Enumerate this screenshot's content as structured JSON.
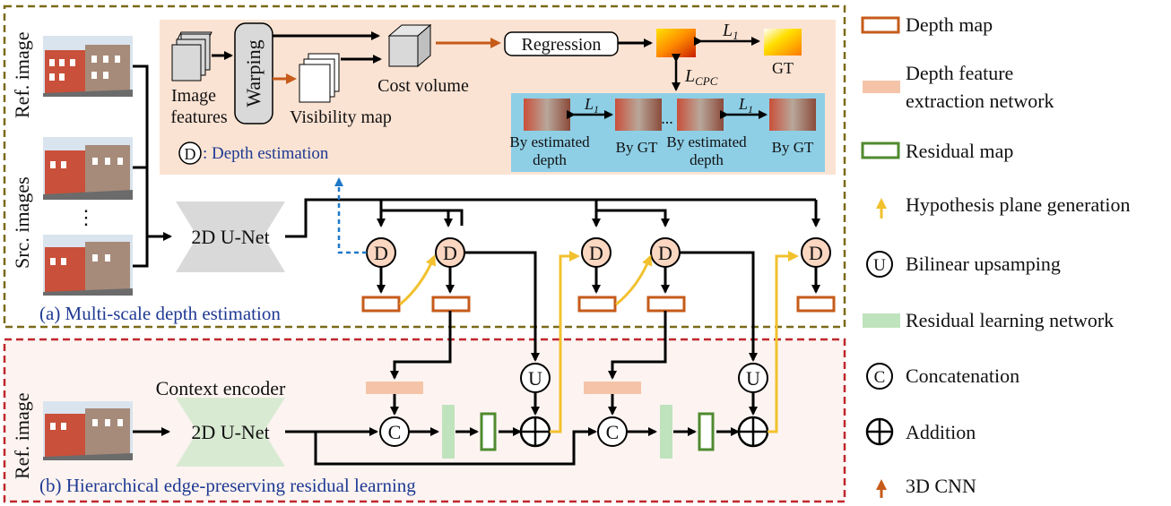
{
  "top": {
    "side_ref": "Ref. image",
    "side_src": "Src. images",
    "dots": "⋮",
    "unet": "2D U-Net",
    "caption": "(a) Multi-scale depth estimation",
    "d_node": "D",
    "inset": {
      "image_features_1": "Image",
      "image_features_2": "features",
      "warping": "Warping",
      "visibility": "Visibility map",
      "cost_volume": "Cost volume",
      "regression": "Regression",
      "l1": "L",
      "l1_sub": "1",
      "lcpc": "L",
      "lcpc_sub": "CPC",
      "gt": "GT",
      "legend_d": "D",
      "legend_text": ": Depth estimation",
      "est1_a": "By estimated",
      "est1_b": "depth",
      "bygt1": "By GT",
      "est2_a": "By estimated",
      "est2_b": "depth",
      "bygt2": "By GT",
      "ellipsis": "..."
    }
  },
  "bottom": {
    "side_ref": "Ref. image",
    "context": "Context encoder",
    "unet": "2D U-Net",
    "caption": "(b) Hierarchical edge-preserving residual learning",
    "c_node": "C",
    "u_node": "U"
  },
  "legend": {
    "depth_map": "Depth map",
    "feat_1": "Depth feature",
    "feat_2": "extraction network",
    "residual_map": "Residual map",
    "hyp": "Hypothesis plane generation",
    "bilinear": "Bilinear upsamping",
    "bilinear_sym": "U",
    "residual_net": "Residual learning network",
    "concat": "Concatenation",
    "concat_sym": "C",
    "addition": "Addition",
    "cnn3d": "3D CNN"
  },
  "colors": {
    "top_border": "#7a6a18",
    "bottom_border": "#c0272d",
    "inset_bg": "#fbe3d3",
    "blue_panel": "#8ecfe6",
    "depth_map": "#c65b1a",
    "feature_net": "#f5c4a8",
    "residual_map": "#4f8a2f",
    "residual_net": "#bfe3bd",
    "hypothesis": "#f2c12e",
    "cnn3d": "#c65b1a",
    "caption": "#1f3a93"
  }
}
